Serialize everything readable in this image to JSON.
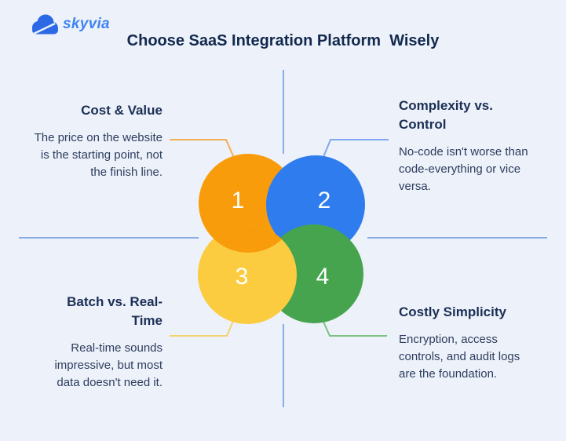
{
  "logo": {
    "text": "skyvia"
  },
  "title": "Choose SaaS Integration Platform  Wisely",
  "quadrants": [
    {
      "number": "1",
      "heading": [
        "Cost & Value"
      ],
      "body": [
        "The price on the website",
        "is the starting point, not",
        "the finish line."
      ],
      "circle_color": "#F99C0B",
      "connector_color": "#F3AE52"
    },
    {
      "number": "2",
      "heading": [
        "Complexity vs.",
        "Control"
      ],
      "body": [
        "No-code isn't worse than",
        "code-everything or vice",
        "versa."
      ],
      "circle_color": "#2E7CEE",
      "connector_color": "#7EA9EF"
    },
    {
      "number": "3",
      "heading": [
        "Batch vs. Real-",
        "Time"
      ],
      "body": [
        "Real-time sounds",
        "impressive, but most",
        "data doesn't need it."
      ],
      "circle_color": "#FBCB40",
      "connector_color": "#F3D36E"
    },
    {
      "number": "4",
      "heading": [
        "Costly Simplicity"
      ],
      "body": [
        "Encryption, access",
        "controls, and audit logs",
        "are the foundation."
      ],
      "circle_color": "#46A44E",
      "connector_color": "#7CC282"
    }
  ],
  "colors": {
    "background": "#EDF1F9",
    "divider": "#88ACE9",
    "number_text": "#FFFFFF",
    "logo_cloud": "#2B69E6",
    "logo_text": "#3F84F2",
    "title_text": "#12294E"
  }
}
